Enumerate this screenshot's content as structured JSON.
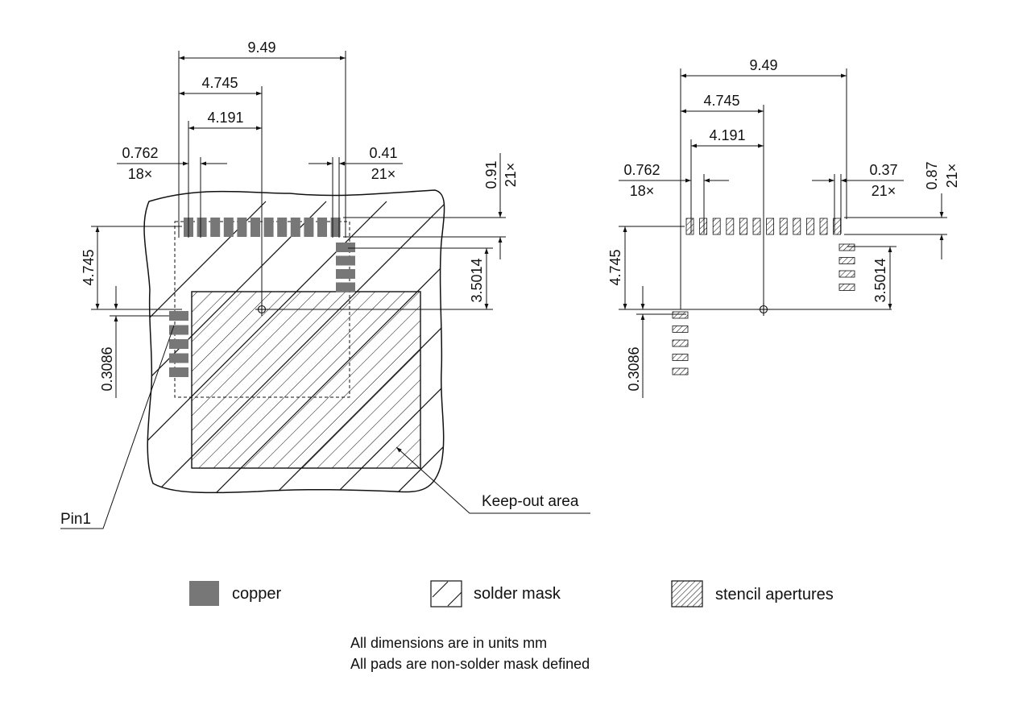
{
  "left_view": {
    "dimensions": {
      "overall_width": "9.49",
      "center_offset": "4.745",
      "pad_span": "4.191",
      "pad_pitch": "0.762",
      "pad_pitch_count": "18×",
      "pad_width": "0.41",
      "pad_width_count": "21×",
      "pad_height": "0.91",
      "pad_height_count": "21×",
      "vertical_offset": "4.745",
      "right_column_offset": "3.5014",
      "left_column_offset": "0.3086"
    },
    "labels": {
      "pin1": "Pin1",
      "keepout": "Keep-out area"
    },
    "pad_counts": {
      "top_row": 12,
      "right_column": 4,
      "left_column": 5
    }
  },
  "right_view": {
    "dimensions": {
      "overall_width": "9.49",
      "center_offset": "4.745",
      "pad_span": "4.191",
      "pad_pitch": "0.762",
      "pad_pitch_count": "18×",
      "pad_width": "0.37",
      "pad_width_count": "21×",
      "pad_height": "0.87",
      "pad_height_count": "21×",
      "vertical_offset": "4.745",
      "right_column_offset": "3.5014",
      "left_column_offset": "0.3086"
    },
    "pad_counts": {
      "top_row": 12,
      "right_column": 4,
      "left_column": 5
    }
  },
  "legend": {
    "copper": "copper",
    "solder_mask": "solder mask",
    "stencil": "stencil apertures"
  },
  "colors": {
    "copper": "#777777",
    "line": "#111111"
  },
  "notes": {
    "line1": "All dimensions are in units mm",
    "line2": "All pads are non-solder mask defined"
  }
}
